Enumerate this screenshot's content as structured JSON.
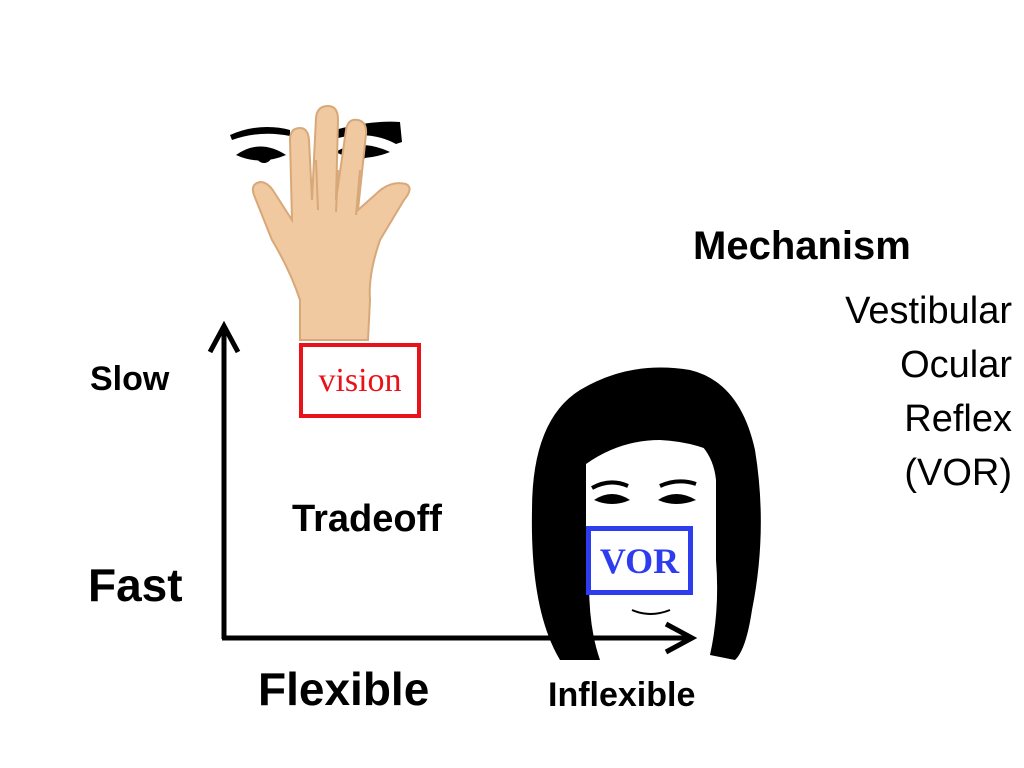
{
  "axes": {
    "y_top_label": "Slow",
    "y_bottom_label": "Fast",
    "x_left_label": "Flexible",
    "x_right_label": "Inflexible",
    "center_label": "Tradeoff"
  },
  "boxes": {
    "vision": "vision",
    "vor": "VOR"
  },
  "mechanism": {
    "heading": "Mechanism",
    "line1": "Vestibular",
    "line2": "Ocular",
    "line3": "Reflex",
    "line4": "(VOR)"
  },
  "colors": {
    "vision_box": "#e8131a",
    "vor_box": "#2e3cf0",
    "axis": "#000000",
    "skin": "#f0c9a0"
  },
  "icons": {
    "hand": "hand-covering-eyes-icon",
    "face": "woman-face-icon"
  }
}
